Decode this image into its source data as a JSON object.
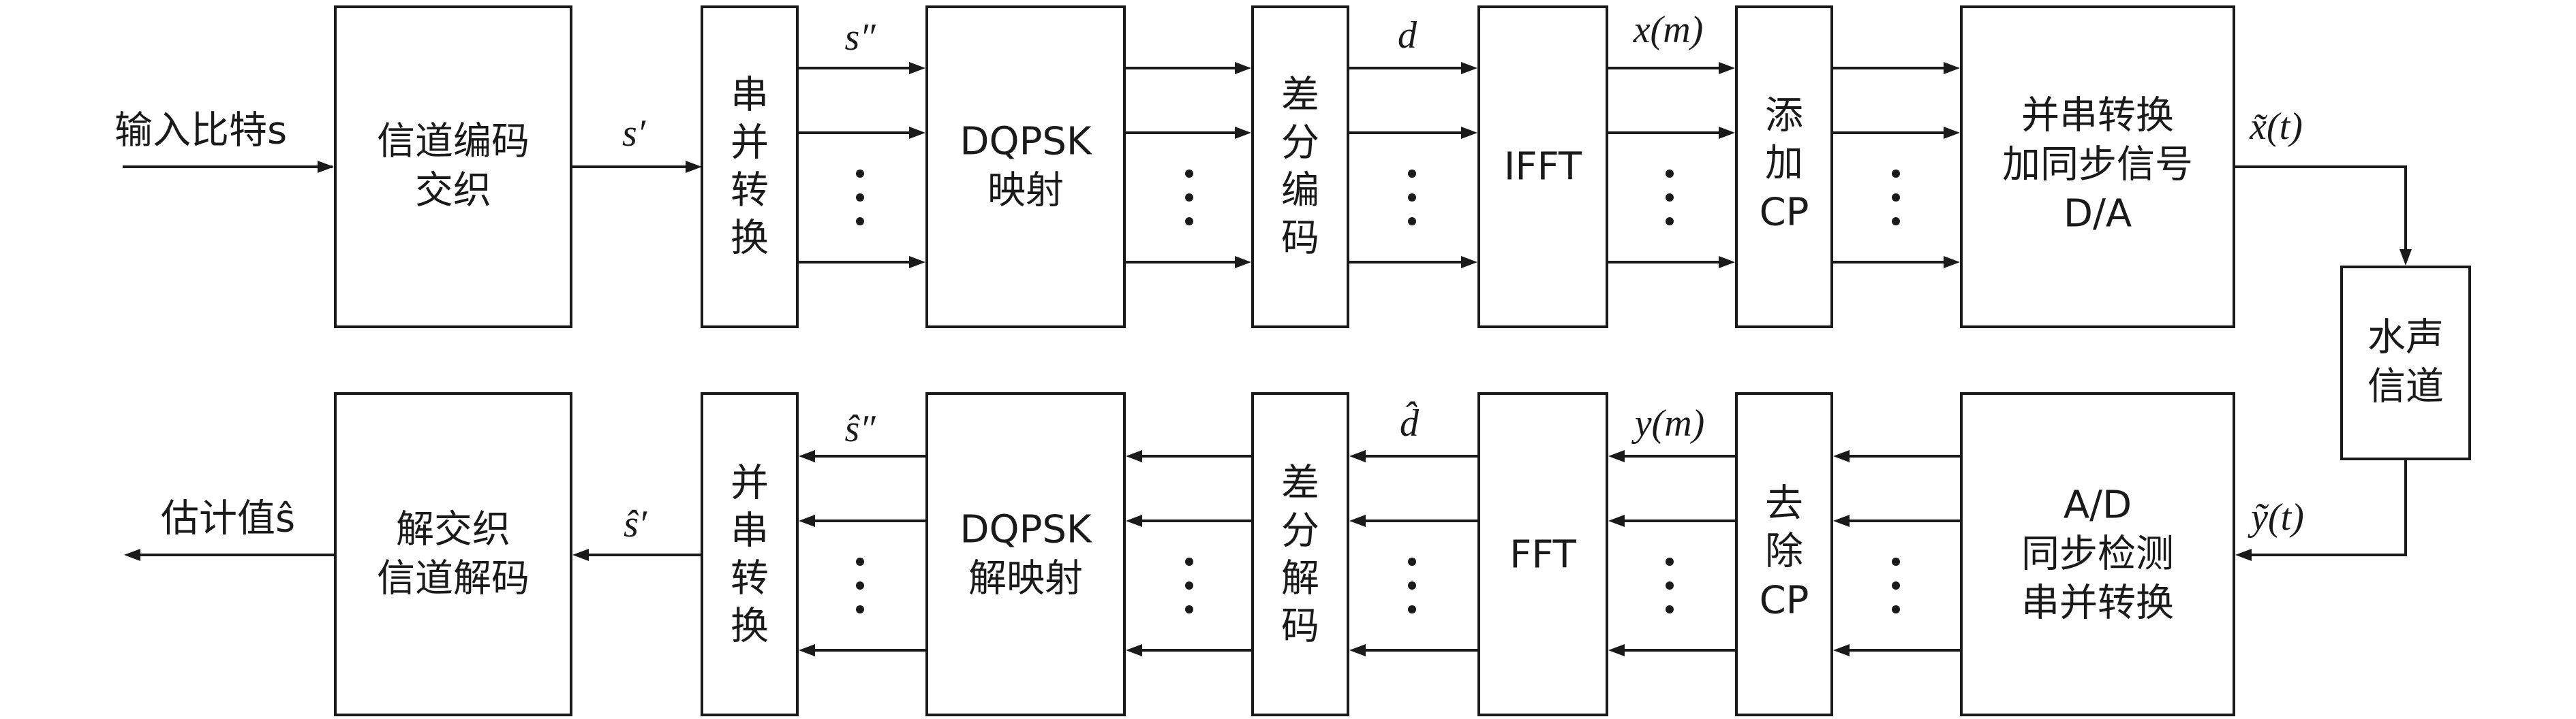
{
  "tx": {
    "input": "输入比特s",
    "channel_code": [
      "信道编码",
      "交织"
    ],
    "sp": [
      "串",
      "并",
      "转",
      "换"
    ],
    "dqpsk": [
      "DQPSK",
      "映射"
    ],
    "diff": [
      "差",
      "分",
      "编",
      "码"
    ],
    "ifft": "IFFT",
    "addcp": [
      "添",
      "加",
      "CP"
    ],
    "ps": [
      "并串转换",
      "加同步信号",
      "D/A"
    ],
    "sig_s1": "s′",
    "sig_s2": "s″",
    "sig_d": "d",
    "sig_x": "x(m)",
    "sig_xt": "x̃(t)"
  },
  "channel": [
    "水声",
    "信道"
  ],
  "rx": {
    "ad": [
      "A/D",
      "同步检测",
      "串并转换"
    ],
    "rmcp": [
      "去",
      "除",
      "CP"
    ],
    "fft": "FFT",
    "diffdec": [
      "差",
      "分",
      "解",
      "码"
    ],
    "demap": [
      "DQPSK",
      "解映射"
    ],
    "ps": [
      "并",
      "串",
      "转",
      "换"
    ],
    "deint": [
      "解交织",
      "信道解码"
    ],
    "output": "估计值ŝ",
    "sig_yt": "ỹ(t)",
    "sig_y": "y(m)",
    "sig_dh": "d̂",
    "sig_s2h": "ŝ″",
    "sig_s1h": "ŝ′"
  }
}
